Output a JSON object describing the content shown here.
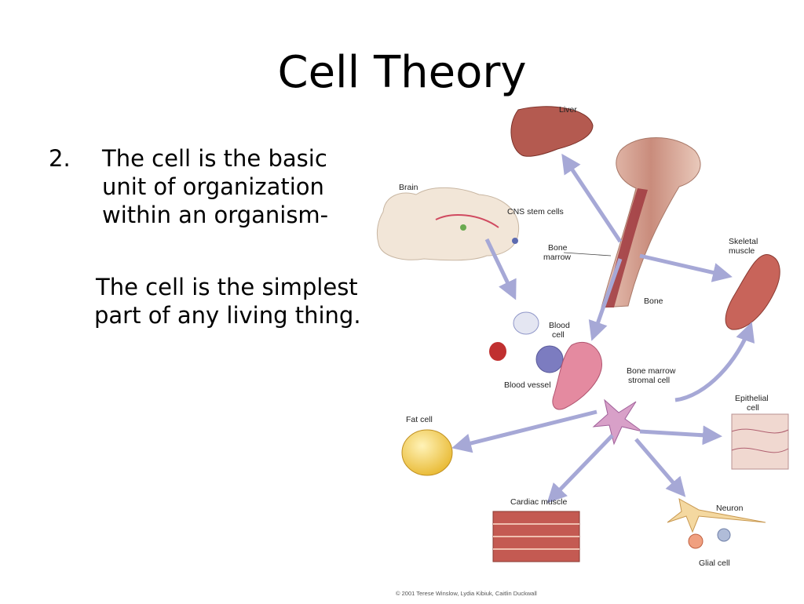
{
  "slide": {
    "title": "Cell Theory",
    "point_number": "2.",
    "point_text": "The cell is the basic unit of organization within an organism-",
    "sub_text": "The cell is the simplest part of any living thing."
  },
  "diagram": {
    "labels": {
      "liver": "Liver",
      "brain": "Brain",
      "cns": "CNS stem cells",
      "bone_marrow_1": "Bone",
      "bone_marrow_2": "marrow",
      "bone": "Bone",
      "skeletal_1": "Skeletal",
      "skeletal_2": "muscle",
      "blood_cell_1": "Blood",
      "blood_cell_2": "cell",
      "blood_vessel": "Blood vessel",
      "stromal_1": "Bone marrow",
      "stromal_2": "stromal cell",
      "epithelial_1": "Epithelial",
      "epithelial_2": "cell",
      "fat": "Fat cell",
      "cardiac": "Cardiac muscle",
      "neuron": "Neuron",
      "glial": "Glial cell"
    },
    "credit": "© 2001 Terese Winslow, Lydia Kibiuk, Caitlin Duckwall",
    "colors": {
      "arrow": "#a6a8d6",
      "bone": "#d8a898",
      "marrow": "#a03a40",
      "liver": "#b05a50",
      "brain": "#f2e6d8",
      "fat": "#f0c848",
      "muscle": "#c8645a"
    }
  }
}
